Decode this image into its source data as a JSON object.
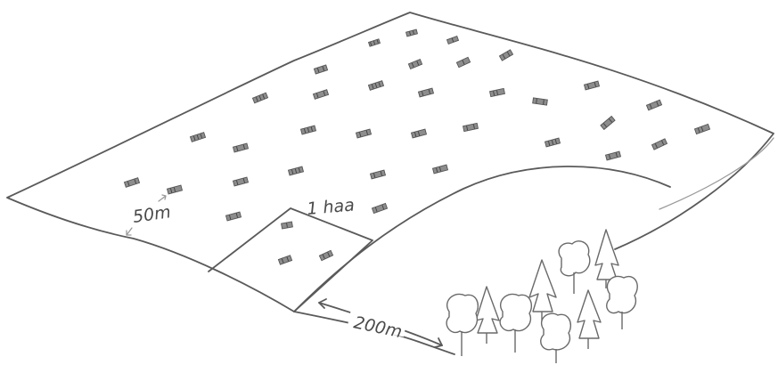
{
  "labels": {
    "plot_size": "50m",
    "plot_area": "1 haa",
    "distance": "200m"
  },
  "colors": {
    "pencil": "#5a5a5a",
    "mark": "#8d8d8d",
    "background": "#ffffff"
  }
}
